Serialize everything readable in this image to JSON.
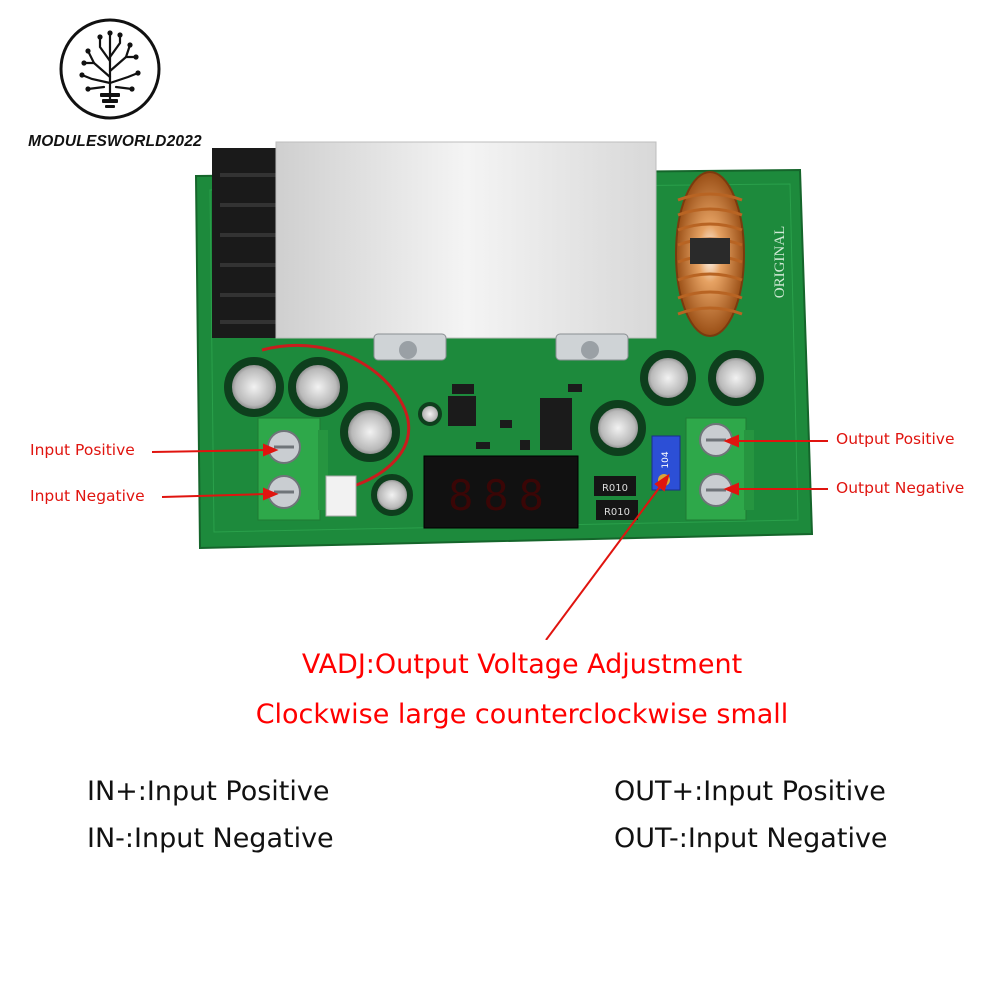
{
  "brand": {
    "logo_icon": "tree-circuit-bulb-logo",
    "name": "MODULESWORLD2022"
  },
  "board": {
    "silkscreen_original": "ORIGINAL",
    "display_digits": "888",
    "resistor_top": "R010",
    "resistor_bottom": "R010",
    "pot_code": "104",
    "colors": {
      "pcb": "#1d8a3c",
      "terminal": "#2ea84a",
      "heatsink": "#e8e8e8",
      "display": "#ff2a2a"
    }
  },
  "callouts": {
    "input_positive": "Input Positive",
    "input_negative": "Input Negative",
    "output_positive": "Output Positive",
    "output_negative": "Output Negative",
    "color": "#e0140f"
  },
  "headline": {
    "line1": "VADJ:Output Voltage Adjustment",
    "line2": "Clockwise large counterclockwise small",
    "color": "#ff0000"
  },
  "legend": {
    "in_pos": "IN+:Input Positive",
    "in_neg": "IN-:Input Negative",
    "out_pos": "OUT+:Input Positive",
    "out_neg": "OUT-:Input Negative"
  }
}
